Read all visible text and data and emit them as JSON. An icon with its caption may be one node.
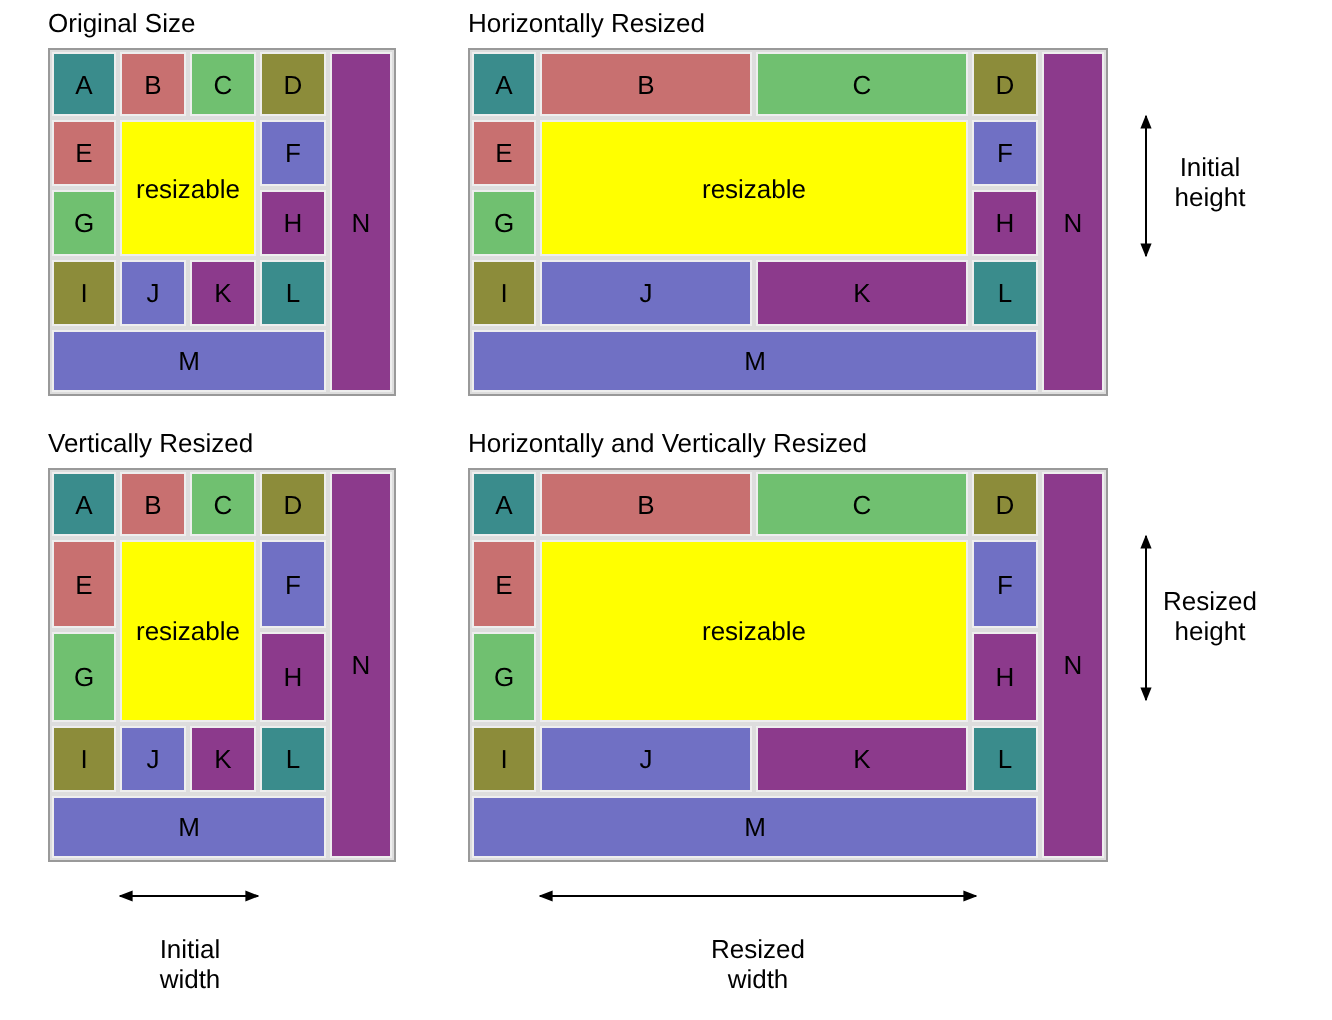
{
  "diagram": {
    "nodes": [
      {
        "text": [
          "Original Size"
        ]
      },
      {
        "text": [
          "A"
        ],
        "in": 0
      },
      {
        "text": [
          "B"
        ],
        "in": 0
      },
      {
        "text": [
          "C"
        ],
        "in": 0
      },
      {
        "text": [
          "D"
        ],
        "in": 0
      },
      {
        "text": [
          "N"
        ],
        "in": 0
      },
      {
        "text": [
          "E"
        ],
        "in": 0
      },
      {
        "text": [
          "resizable"
        ],
        "in": 0
      },
      {
        "text": [
          "F"
        ],
        "in": 0
      },
      {
        "text": [
          "G"
        ],
        "in": 0
      },
      {
        "text": [
          "H"
        ],
        "in": 0
      },
      {
        "text": [
          "I"
        ],
        "in": 0
      },
      {
        "text": [
          "J"
        ],
        "in": 0
      },
      {
        "text": [
          "K"
        ],
        "in": 0
      },
      {
        "text": [
          "L"
        ],
        "in": 0
      },
      {
        "text": [
          "M"
        ],
        "in": 0
      },
      {
        "text": [
          "Horizontally Resized"
        ]
      },
      {
        "text": [
          "A"
        ],
        "in": 16
      },
      {
        "text": [
          "B"
        ],
        "in": 16
      },
      {
        "text": [
          "C"
        ],
        "in": 16
      },
      {
        "text": [
          "D"
        ],
        "in": 16
      },
      {
        "text": [
          "N"
        ],
        "in": 16
      },
      {
        "text": [
          "E"
        ],
        "in": 16
      },
      {
        "text": [
          "resizable"
        ],
        "in": 16
      },
      {
        "text": [
          "F"
        ],
        "in": 16
      },
      {
        "text": [
          "G"
        ],
        "in": 16
      },
      {
        "text": [
          "H"
        ],
        "in": 16
      },
      {
        "text": [
          "I"
        ],
        "in": 16
      },
      {
        "text": [
          "J"
        ],
        "in": 16
      },
      {
        "text": [
          "K"
        ],
        "in": 16
      },
      {
        "text": [
          "L"
        ],
        "in": 16
      },
      {
        "text": [
          "M"
        ],
        "in": 16
      },
      {
        "text": [
          "Vertically Resized"
        ]
      },
      {
        "text": [
          "A"
        ],
        "in": 32
      },
      {
        "text": [
          "B"
        ],
        "in": 32
      },
      {
        "text": [
          "C"
        ],
        "in": 32
      },
      {
        "text": [
          "D"
        ],
        "in": 32
      },
      {
        "text": [
          "N"
        ],
        "in": 32
      },
      {
        "text": [
          "E"
        ],
        "in": 32
      },
      {
        "text": [
          "resizable"
        ],
        "in": 32
      },
      {
        "text": [
          "F"
        ],
        "in": 32
      },
      {
        "text": [
          "G"
        ],
        "in": 32
      },
      {
        "text": [
          "H"
        ],
        "in": 32
      },
      {
        "text": [
          "I"
        ],
        "in": 32
      },
      {
        "text": [
          "J"
        ],
        "in": 32
      },
      {
        "text": [
          "K"
        ],
        "in": 32
      },
      {
        "text": [
          "L"
        ],
        "in": 32
      },
      {
        "text": [
          "M"
        ],
        "in": 32
      },
      {
        "text": [
          "Horizontally and Vertically Resized"
        ]
      },
      {
        "text": [
          "A"
        ],
        "in": 48
      },
      {
        "text": [
          "B"
        ],
        "in": 48
      },
      {
        "text": [
          "C"
        ],
        "in": 48
      },
      {
        "text": [
          "D"
        ],
        "in": 48
      },
      {
        "text": [
          "N"
        ],
        "in": 48
      },
      {
        "text": [
          "E"
        ],
        "in": 48
      },
      {
        "text": [
          "resizable"
        ],
        "in": 48
      },
      {
        "text": [
          "F"
        ],
        "in": 48
      },
      {
        "text": [
          "G"
        ],
        "in": 48
      },
      {
        "text": [
          "H"
        ],
        "in": 48
      },
      {
        "text": [
          "I"
        ],
        "in": 48
      },
      {
        "text": [
          "J"
        ],
        "in": 48
      },
      {
        "text": [
          "K"
        ],
        "in": 48
      },
      {
        "text": [
          "L"
        ],
        "in": 48
      },
      {
        "text": [
          "M"
        ],
        "in": 48
      }
    ],
    "labels": [
      "Initial height",
      "Resized height",
      "Initial width",
      "Resized width"
    ]
  }
}
